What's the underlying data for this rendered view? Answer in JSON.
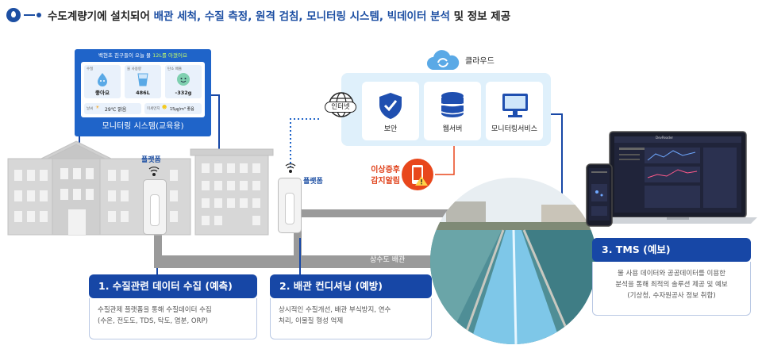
{
  "header": {
    "prefix": "수도계량기에 설치되어 ",
    "highlight": "배관 세척, 수질 측정, 원격 검침, 모니터링 시스템, 빅데이터 분석",
    "suffix": " 및 정보 제공"
  },
  "monitor_panel": {
    "top_text": "백현초 친구들이 오늘 물 ",
    "top_highlight": "12L를 아꼈어요",
    "cards": [
      {
        "label": "수질",
        "value": "좋아요"
      },
      {
        "label": "물 사용량",
        "value": "486L"
      },
      {
        "label": "탄소 배출",
        "value": "-332g"
      }
    ],
    "weather": {
      "label": "날씨",
      "value": "29℃ 맑음"
    },
    "dust": {
      "label": "미세먼지",
      "value": "15㎍/m³ 좋음"
    },
    "title": "모니터링 시스템(교육용)"
  },
  "cloud": {
    "label": "클라우드",
    "services": [
      {
        "label": "보안",
        "icon": "shield-icon"
      },
      {
        "label": "웹서버",
        "icon": "database-icon"
      },
      {
        "label": "모니터링서비스",
        "icon": "monitor-icon"
      }
    ]
  },
  "internet": {
    "label": "인터넷"
  },
  "alarm": {
    "line1": "이상증후",
    "line2": "감지알림"
  },
  "platform_labels": [
    "플랫폼",
    "플랫폼"
  ],
  "pipe_label": "상수도 배관",
  "laptop": {
    "app_title": "DevReader"
  },
  "boxes": [
    {
      "title": "1. 수질관련 데이터 수집 (예측)",
      "lines": [
        "수질관제 플랫폼을 통해 수질데이터 수집",
        "(수온, 전도도, TDS, 탁도, 염분, ORP)"
      ]
    },
    {
      "title": "2. 배관 컨디셔닝 (예방)",
      "lines": [
        "상시적인 수질개선, 배관 부식방지, 연수",
        "처리, 이물질 형성 억제"
      ]
    },
    {
      "title": "3. TMS (예보)",
      "lines": [
        "물 사용 데이터와 공공데이터를 이용한",
        "분석을 통해 최적의 솔루션 제공 및 예보",
        "(기상청, 수자원공사 정보 취합)"
      ]
    }
  ],
  "colors": {
    "brand_blue": "#1747a6",
    "accent_blue": "#1f64c9",
    "alert": "#e8471c",
    "cloud_bg": "#dff0fb"
  }
}
